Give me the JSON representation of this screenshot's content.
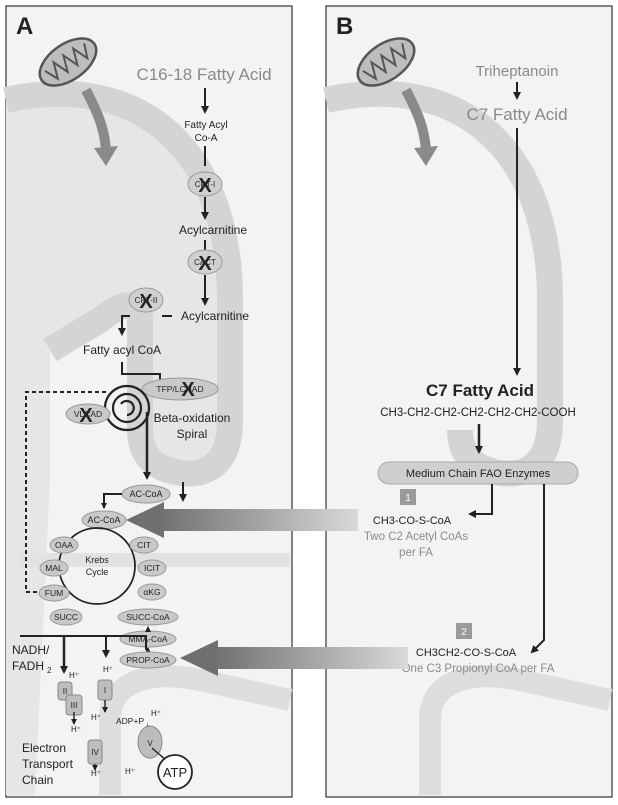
{
  "panel_a": {
    "letter": "A",
    "c16_label": "C16-18 Fatty Acid",
    "fatty_acyl_coa_line1": "Fatty Acyl",
    "fatty_acyl_coa_line2": "Co-A",
    "cpt1": "CPT-I",
    "acylcarnitine_1": "Acylcarnitine",
    "cact": "CACT",
    "cpt2": "CPT-II",
    "acylcarnitine_2": "Acylcarnitine",
    "fatty_acyl_coa_inner": "Fatty acyl CoA",
    "tfp_lchad": "TFP/LCHAD",
    "vlcad": "VLCAD",
    "beta_ox_line1": "Beta-oxidation",
    "beta_ox_line2": "Spiral",
    "ac_coa_top": "AC-CoA",
    "ac_coa_2": "AC-CoA",
    "krebs_line1": "Krebs",
    "krebs_line2": "Cycle",
    "cit": "CIT",
    "icit": "ICIT",
    "akg": "αKG",
    "succ_coa": "SUCC-CoA",
    "succ": "SUCC",
    "fum": "FUM",
    "mal": "MAL",
    "oaa": "OAA",
    "mma_coa": "MMA-CoA",
    "prop_coa": "PROP-CoA",
    "nadh_line1": "NADH/",
    "nadh_line2": "FADH",
    "nadh_sub": "2",
    "complex_i": "I",
    "complex_ii": "II",
    "complex_iii": "III",
    "complex_iv": "IV",
    "complex_v": "V",
    "h_plus": "H⁺",
    "adp_p": "ADP+P",
    "adp_sub": "i",
    "etc_line1": "Electron",
    "etc_line2": "Transport",
    "etc_line3": "Chain",
    "atp": "ATP"
  },
  "panel_b": {
    "letter": "B",
    "triheptanoin": "Triheptanoin",
    "c7_fa_gray": "C7 Fatty Acid",
    "c7_fa_bold": "C7 Fatty Acid",
    "formula": "CH3-CH2-CH2-CH2-CH2-CH2-COOH",
    "mc_fao": "Medium Chain FAO Enzymes",
    "badge1": "1",
    "acetyl_formula": "CH3-CO-S-CoA",
    "acetyl_desc_line1": "Two C2 Acetyl CoAs",
    "acetyl_desc_line2": "per FA",
    "badge2": "2",
    "propionyl_formula": "CH3CH2-CO-S-CoA",
    "propionyl_desc": "One C3 Propionyl CoA per FA"
  },
  "colors": {
    "mito_band": "#dcdcdc",
    "panel_bg": "#f3f3f3",
    "gray_text": "#8a8a8a",
    "enzyme_pill": "#c9c9c9",
    "badge": "#9a9a9a"
  }
}
